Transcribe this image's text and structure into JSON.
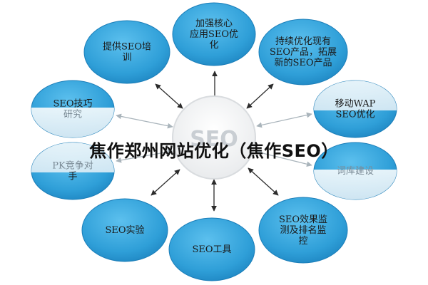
{
  "center": {
    "label": "SEO"
  },
  "banner": {
    "title": "焦作郑州网站优化（焦作SEO）"
  },
  "nodes": [
    {
      "id": "top",
      "lines": [
        "加强核心",
        "应用SEO优",
        "化"
      ]
    },
    {
      "id": "top-right",
      "lines": [
        "持续优化现有",
        "SEO产品，拓展",
        "新的SEO产品"
      ]
    },
    {
      "id": "right-upper",
      "lines": [
        "移动WAP",
        "SEO优化"
      ]
    },
    {
      "id": "right-lower",
      "lines": [
        "词库建设"
      ]
    },
    {
      "id": "bottom-right",
      "lines": [
        "SEO效果监",
        "测及排名监",
        "控"
      ]
    },
    {
      "id": "bottom",
      "lines": [
        "SEO工具"
      ]
    },
    {
      "id": "bottom-left",
      "lines": [
        "SEO实验"
      ]
    },
    {
      "id": "left-lower",
      "lines": [
        "PK竞争对",
        "手"
      ]
    },
    {
      "id": "left-upper",
      "lines": [
        "SEO技巧",
        "研究"
      ]
    },
    {
      "id": "top-left",
      "lines": [
        "提供SEO培",
        "训"
      ]
    }
  ],
  "colors": {
    "node_fill": "#2f9fd8",
    "node_fill_dark": "#1e86c2",
    "faded_fill": "#e9f4fa",
    "arrow": "#2b2b2b",
    "arrow_faded": "#a9b4bb",
    "center_fill": "#f3f4f5",
    "center_stroke": "#d9dcdf"
  }
}
